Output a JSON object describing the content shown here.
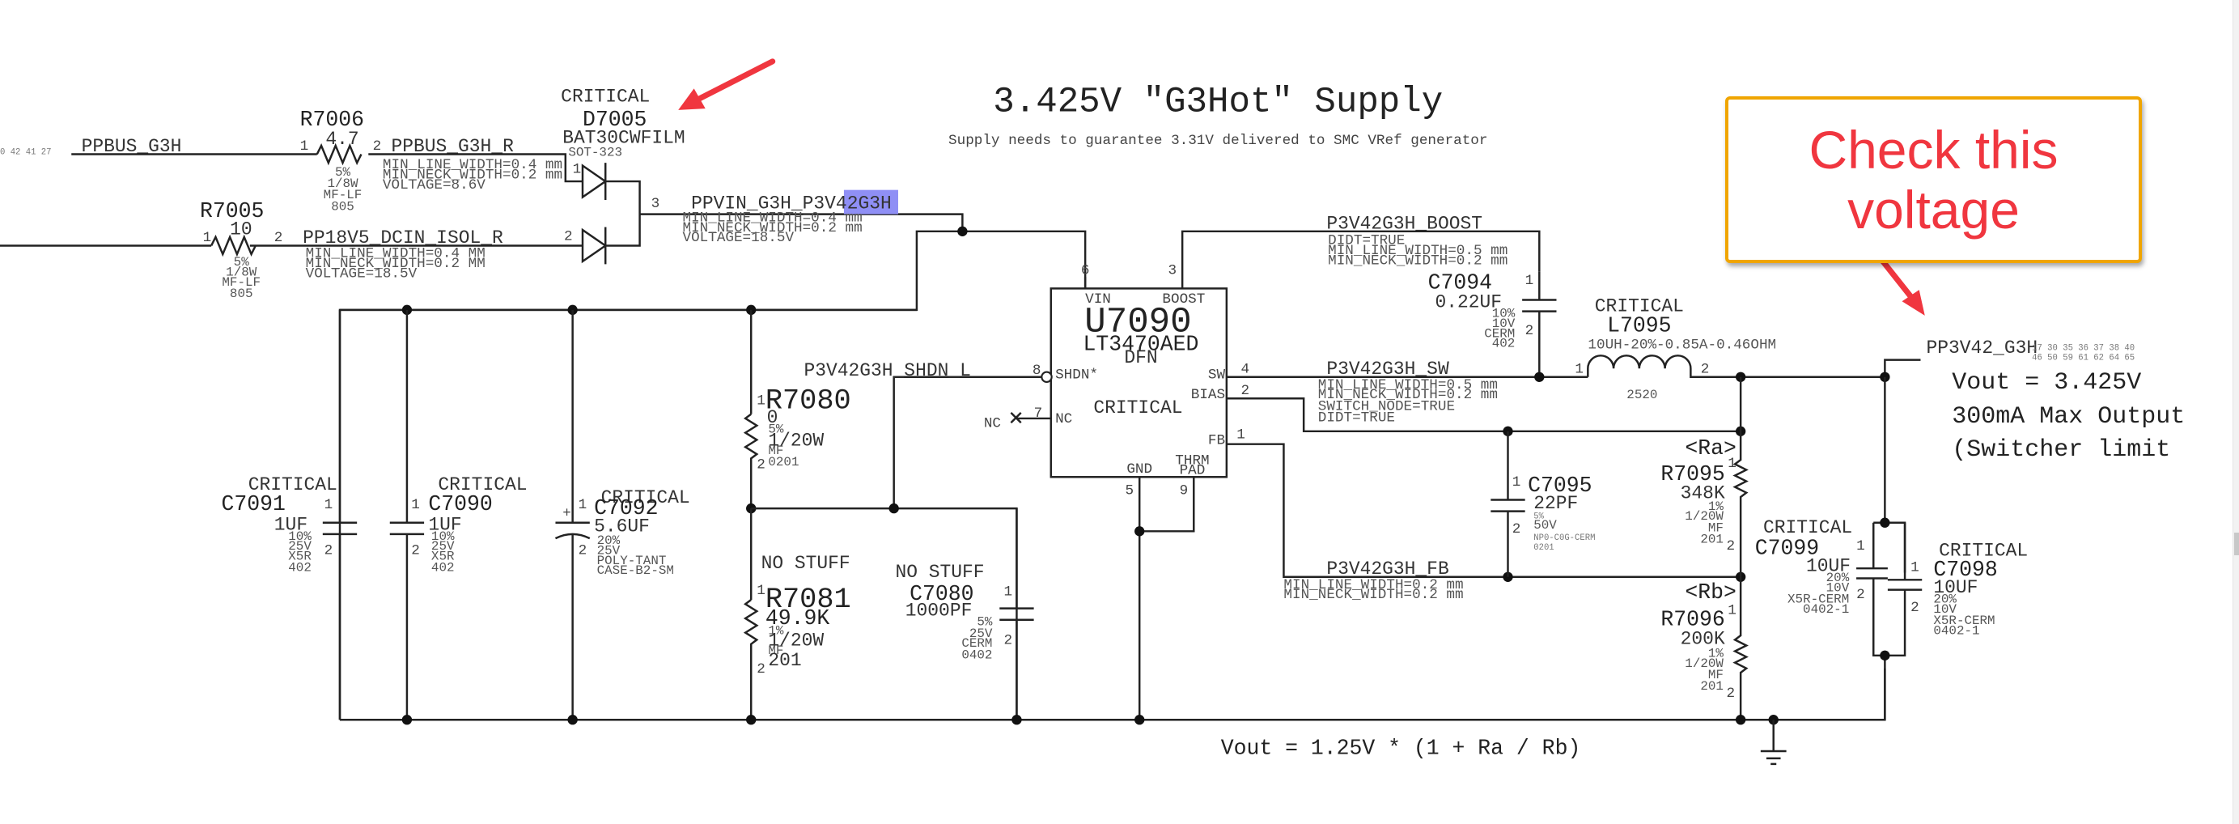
{
  "sheet": {
    "title": "3.425V \"G3Hot\" Supply",
    "subtitle": "Supply needs to guarantee 3.31V delivered to SMC VRef generator",
    "formula": "Vout = 1.25V * (1 + Ra / Rb)",
    "output_notes": [
      "Vout = 3.425V",
      "300mA Max Output",
      "(Switcher limit"
    ]
  },
  "annotation": {
    "callout_text": "Check this\nvoltage",
    "border_color": "#f0a500",
    "text_color": "#f0363f",
    "arrow_color": "#f0363f"
  },
  "nets": {
    "ppbus": {
      "name": "PPBUS_G3H",
      "xrefs": "0 42 41 27"
    },
    "ppbus_r": {
      "name": "PPBUS_G3H_R",
      "props": [
        "MIN_LINE_WIDTH=0.4 mm",
        "MIN_NECK_WIDTH=0.2 mm",
        "VOLTAGE=8.6V"
      ]
    },
    "pp18v5": {
      "name": "PP18V5_DCIN_ISOL_R",
      "props": [
        "MIN_LINE_WIDTH=0.4 MM",
        "MIN_NECK_WIDTH=0.2 MM",
        "VOLTAGE=18.5V"
      ]
    },
    "ppvin": {
      "name_a": "PPVIN_G3H_P",
      "name_hl": "3V42",
      "name_b": "G3H",
      "props": [
        "MIN_LINE_WIDTH=0.4 mm",
        "MIN_NECK_WIDTH=0.2 mm",
        "VOLTAGE=18.5V"
      ],
      "highlight_color": "#8f8ff5"
    },
    "boost": {
      "name": "P3V42G3H_BOOST",
      "props": [
        "DIDT=TRUE",
        "MIN_LINE_WIDTH=0.5 mm",
        "MIN_NECK_WIDTH=0.2 mm"
      ]
    },
    "shdn": {
      "name": "P3V42G3H_SHDN_L"
    },
    "sw": {
      "name": "P3V42G3H_SW",
      "props": [
        "MIN_LINE_WIDTH=0.5 mm",
        "MIN_NECK_WIDTH=0.2 mm",
        "SWITCH_NODE=TRUE",
        "DIDT=TRUE"
      ]
    },
    "fb": {
      "name": "P3V42G3H_FB",
      "props": [
        "MIN_LINE_WIDTH=0.2 mm",
        "MIN_NECK_WIDTH=0.2 mm"
      ]
    },
    "out": {
      "name": "PP3V42_G3H",
      "xrefs_row1": "17 30 35 36 37 38 40",
      "xrefs_row2": "46 50 59 61 62 64 65"
    }
  },
  "components": {
    "r7006": {
      "ref": "R7006",
      "value": "4.7",
      "specs": [
        "5%",
        "1/8W",
        "MF-LF",
        "805"
      ],
      "pin1": "1",
      "pin2": "2"
    },
    "r7005": {
      "ref": "R7005",
      "value": "10",
      "specs": [
        "5%",
        "1/8W",
        "MF-LF",
        "805"
      ],
      "pin1": "1",
      "pin2": "2"
    },
    "d7005": {
      "tag": "CRITICAL",
      "ref": "D7005",
      "part": "BAT30CWFILM",
      "pkg": "SOT-323",
      "pin1": "1",
      "pin2": "2",
      "pin3": "3"
    },
    "u7090": {
      "ref": "U7090",
      "part": "LT3470AED",
      "pkg": "DFN",
      "tag": "CRITICAL",
      "pins": {
        "vin": "VIN",
        "boost": "BOOST",
        "shdn": "SHDN*",
        "nc": "NC",
        "sw": "SW",
        "bias": "BIAS",
        "fb": "FB",
        "gnd": "GND",
        "thrm": "THRM",
        "pad": "PAD"
      },
      "pin_numbers": {
        "vin": "6",
        "boost": "3",
        "shdn": "8",
        "nc": "7",
        "sw": "4",
        "bias": "2",
        "fb": "1",
        "gnd": "5",
        "thrm": "9"
      },
      "nc_label": "NC"
    },
    "c7091": {
      "tag": "CRITICAL",
      "ref": "C7091",
      "value": "1UF",
      "specs": [
        "10%",
        "25V",
        "X5R",
        "402"
      ]
    },
    "c7090": {
      "tag": "CRITICAL",
      "ref": "C7090",
      "value": "1UF",
      "specs": [
        "10%",
        "25V",
        "X5R",
        "402"
      ]
    },
    "c7092": {
      "tag": "CRITICAL",
      "ref": "C7092",
      "value": "5.6UF",
      "specs": [
        "20%",
        "25V",
        "POLY-TANT",
        "CASE-B2-SM"
      ],
      "polarity": "+"
    },
    "r7080": {
      "ref": "R7080",
      "value": "0",
      "specs": [
        "5%",
        "1/20W",
        "MF",
        "0201"
      ]
    },
    "r7081": {
      "tag": "NO STUFF",
      "ref": "R7081",
      "value": "49.9K",
      "specs": [
        "1%",
        "1/20W",
        "MF",
        "201"
      ]
    },
    "c7080": {
      "tag": "NO STUFF",
      "ref": "C7080",
      "value": "1000PF",
      "specs": [
        "5%",
        "25V",
        "CERM",
        "0402"
      ]
    },
    "c7094": {
      "ref": "C7094",
      "value": "0.22UF",
      "specs": [
        "10%",
        "10V",
        "CERM",
        "402"
      ]
    },
    "l7095": {
      "tag": "CRITICAL",
      "ref": "L7095",
      "value": "10UH-20%-0.85A-0.46OHM",
      "pkg": "2520"
    },
    "c7095": {
      "ref": "C7095",
      "value": "22PF",
      "specs": [
        "5%",
        "50V",
        "NP0-C0G-CERM",
        "0201"
      ]
    },
    "r7095": {
      "alias": "<Ra>",
      "ref": "R7095",
      "value": "348K",
      "specs": [
        "1%",
        "1/20W",
        "MF",
        "201"
      ]
    },
    "r7096": {
      "alias": "<Rb>",
      "ref": "R7096",
      "value": "200K",
      "specs": [
        "1%",
        "1/20W",
        "MF",
        "201"
      ]
    },
    "c7099": {
      "tag": "CRITICAL",
      "ref": "C7099",
      "value": "10UF",
      "specs": [
        "20%",
        "10V",
        "X5R-CERM",
        "0402-1"
      ]
    },
    "c7098": {
      "tag": "CRITICAL",
      "ref": "C7098",
      "value": "10UF",
      "specs": [
        "20%",
        "10V",
        "X5R-CERM",
        "0402-1"
      ]
    }
  },
  "pin_labels": {
    "one": "1",
    "two": "2"
  }
}
